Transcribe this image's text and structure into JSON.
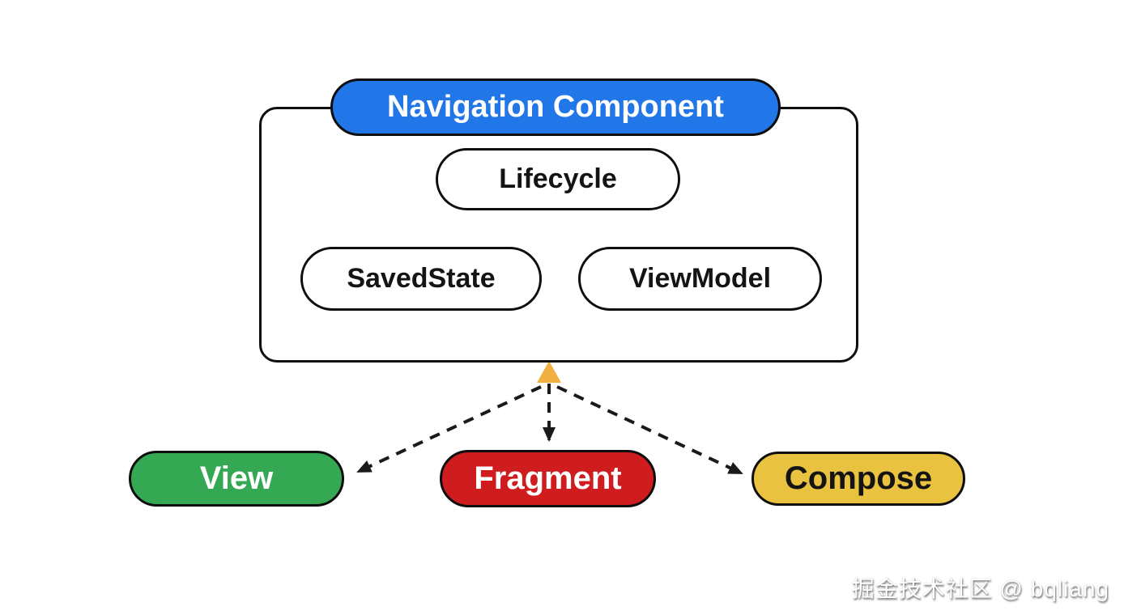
{
  "diagram": {
    "title_pill": {
      "label": "Navigation Component",
      "bg": "#2176e8",
      "text_color": "#ffffff"
    },
    "container_pills": [
      {
        "label": "Lifecycle",
        "bg": "#ffffff",
        "text_color": "#141414"
      },
      {
        "label": "SavedState",
        "bg": "#ffffff",
        "text_color": "#141414"
      },
      {
        "label": "ViewModel",
        "bg": "#ffffff",
        "text_color": "#141414"
      }
    ],
    "target_pills": [
      {
        "label": "View",
        "bg": "#34a853",
        "text_color": "#ffffff"
      },
      {
        "label": "Fragment",
        "bg": "#cf1c1e",
        "text_color": "#ffffff"
      },
      {
        "label": "Compose",
        "bg": "#e9c23f",
        "text_color": "#141414"
      }
    ],
    "arrow_color": "#1a1a1a",
    "up_arrow_color": "#f0b042",
    "outline_color": "#0e0e0e"
  },
  "watermark": {
    "text": "掘金技术社区 @ bqliang"
  }
}
